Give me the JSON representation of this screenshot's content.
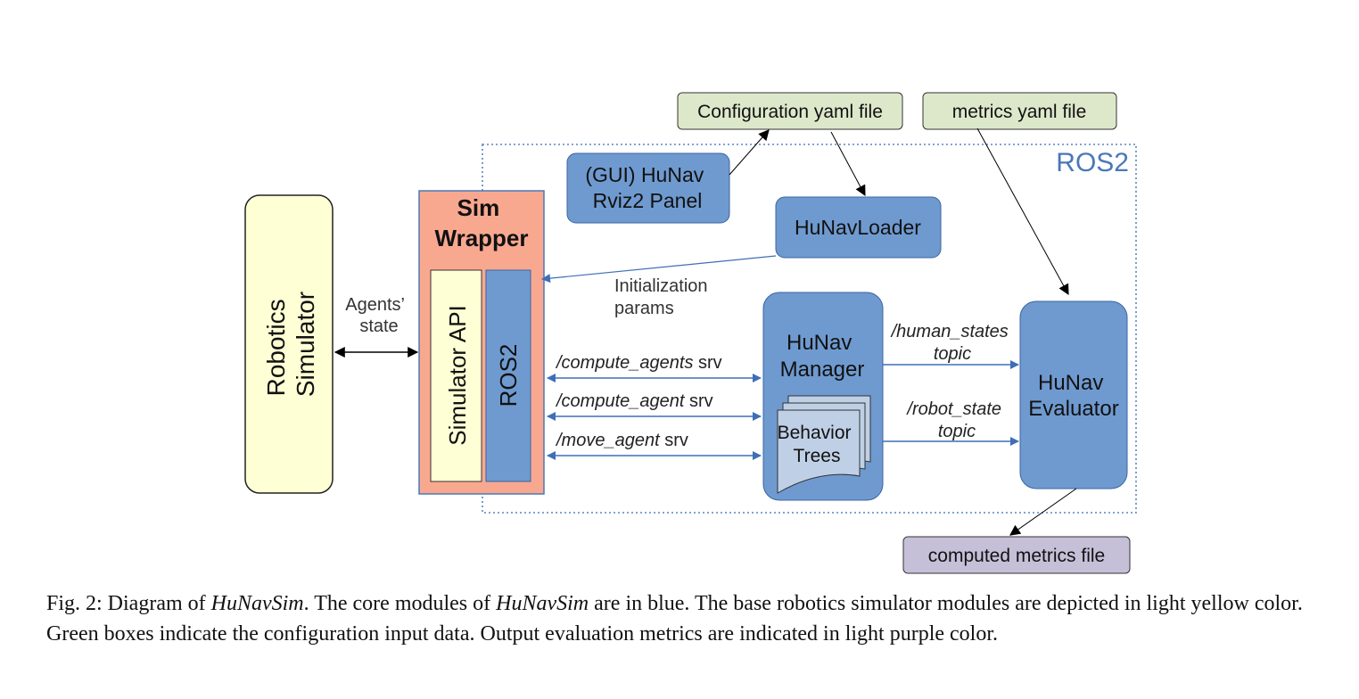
{
  "diagram": {
    "ros2_region_label": "ROS2",
    "robotics_simulator": [
      "Robotics",
      "Simulator"
    ],
    "agents_state": [
      "Agents’",
      "state"
    ],
    "sim_wrapper": [
      "Sim",
      "Wrapper"
    ],
    "simulator_api": "Simulator API",
    "ros2_bar": "ROS2",
    "config_file": "Configuration yaml file",
    "metrics_file": "metrics yaml file",
    "gui_panel": [
      "(GUI) HuNav",
      "Rviz2 Panel"
    ],
    "loader": "HuNavLoader",
    "init_params": [
      "Initialization",
      "params"
    ],
    "manager": [
      "HuNav",
      "Manager"
    ],
    "behavior_trees": [
      "Behavior",
      "Trees"
    ],
    "evaluator": [
      "HuNav",
      "Evaluator"
    ],
    "computed_file": "computed metrics file",
    "srv_compute_agents": {
      "name": "/compute_agents",
      "suffix": " srv"
    },
    "srv_compute_agent": {
      "name": "/compute_agent",
      "suffix": " srv"
    },
    "srv_move_agent": {
      "name": "/move_agent",
      "suffix": " srv"
    },
    "topic_human_states": [
      "/human_states",
      "topic"
    ],
    "topic_robot_state": [
      "/robot_state",
      "topic"
    ]
  },
  "caption": {
    "prefix": "Fig. 2: Diagram of ",
    "name1": "HuNavSim",
    "mid1": ". The core modules of ",
    "name2": "HuNavSim",
    "rest": " are in blue. The base robotics simulator modules are depicted in light yellow color. Green boxes indicate the configuration input data. Output evaluation metrics are indicated in light purple color."
  },
  "colors": {
    "core_blue": "#6f9ad0",
    "simulator_yellow": "#ffffd5",
    "config_green": "#dde8cb",
    "output_purple": "#c6bfd8",
    "wrapper_salmon": "#f9a890",
    "arrow_blue": "#3f6eb8"
  }
}
